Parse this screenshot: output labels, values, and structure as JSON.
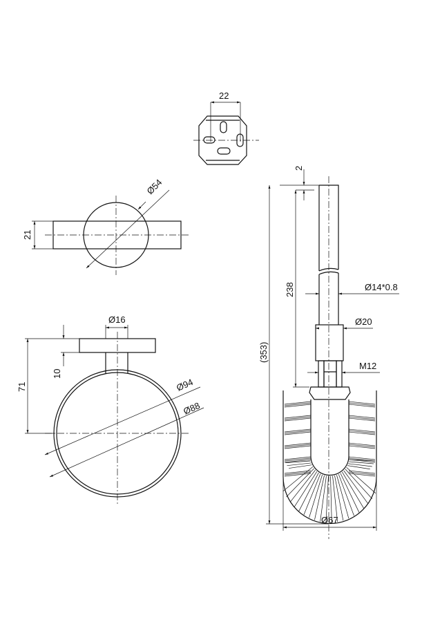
{
  "drawing": {
    "bracket_top": {
      "width_dim": "22"
    },
    "holder_side": {
      "diameter_dim": "Ø54",
      "thickness_dim": "21"
    },
    "holder_front": {
      "stem_dim": "Ø16",
      "height_dim": "71",
      "cap_dim": "10",
      "outer_dim": "Ø94",
      "inner_dim": "Ø88"
    },
    "brush": {
      "top_dim": "2",
      "total_length_dim": "(353)",
      "handle_length_dim": "238",
      "tube_dim": "Ø14*0.8",
      "collar_dim": "Ø20",
      "thread_dim": "M12",
      "head_dim": "Ø67"
    },
    "colors": {
      "line": "#111111",
      "background": "#ffffff"
    }
  }
}
